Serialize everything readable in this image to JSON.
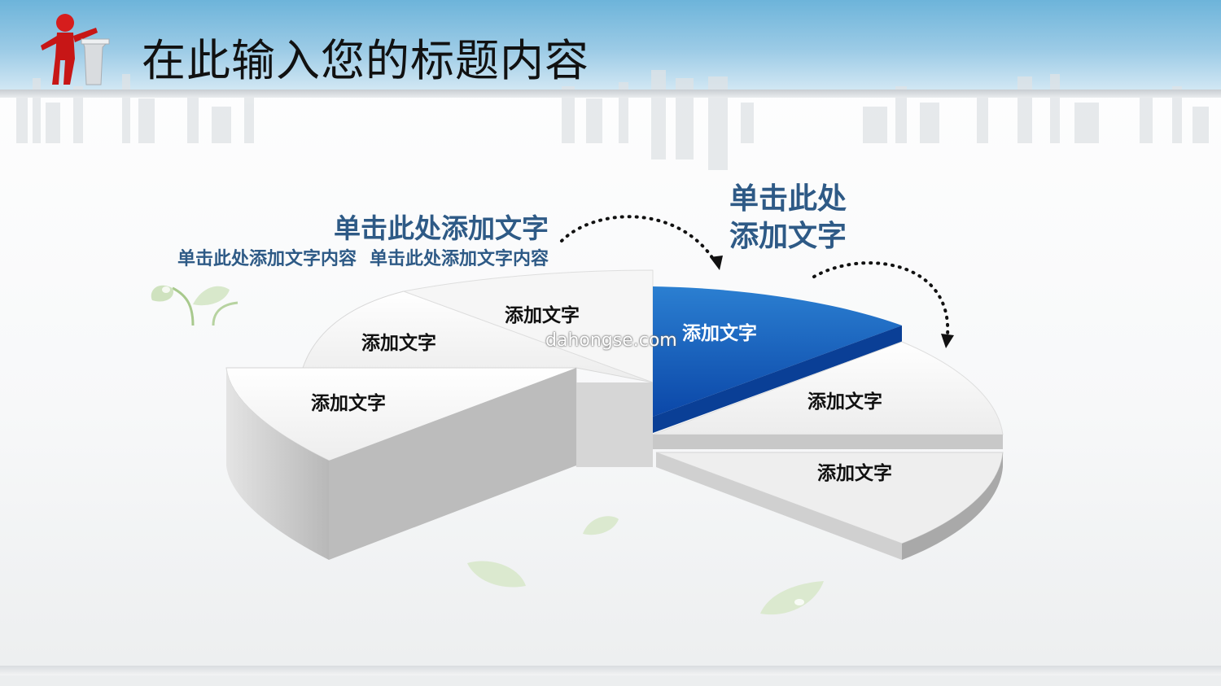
{
  "slide": {
    "title": "在此输入您的标题内容",
    "watermark": "dahongse.com"
  },
  "callout_left": {
    "heading": "单击此处添加文字",
    "subtexts": [
      "单击此处添加文字内容",
      "单击此处添加文字内容"
    ]
  },
  "callout_right": {
    "heading_line1": "单击此处",
    "heading_line2": "添加文字"
  },
  "pie_segments": [
    {
      "label": "添加文字",
      "highlighted": false
    },
    {
      "label": "添加文字",
      "highlighted": false
    },
    {
      "label": "添加文字",
      "highlighted": false
    },
    {
      "label": "添加文字",
      "highlighted": true
    },
    {
      "label": "添加文字",
      "highlighted": false
    },
    {
      "label": "添加文字",
      "highlighted": false
    }
  ],
  "colors": {
    "accent": "#1f63b4",
    "heading_text": "#2e5a86",
    "segment_light": "#f2f2f2",
    "segment_side": "#c4c4c4"
  }
}
